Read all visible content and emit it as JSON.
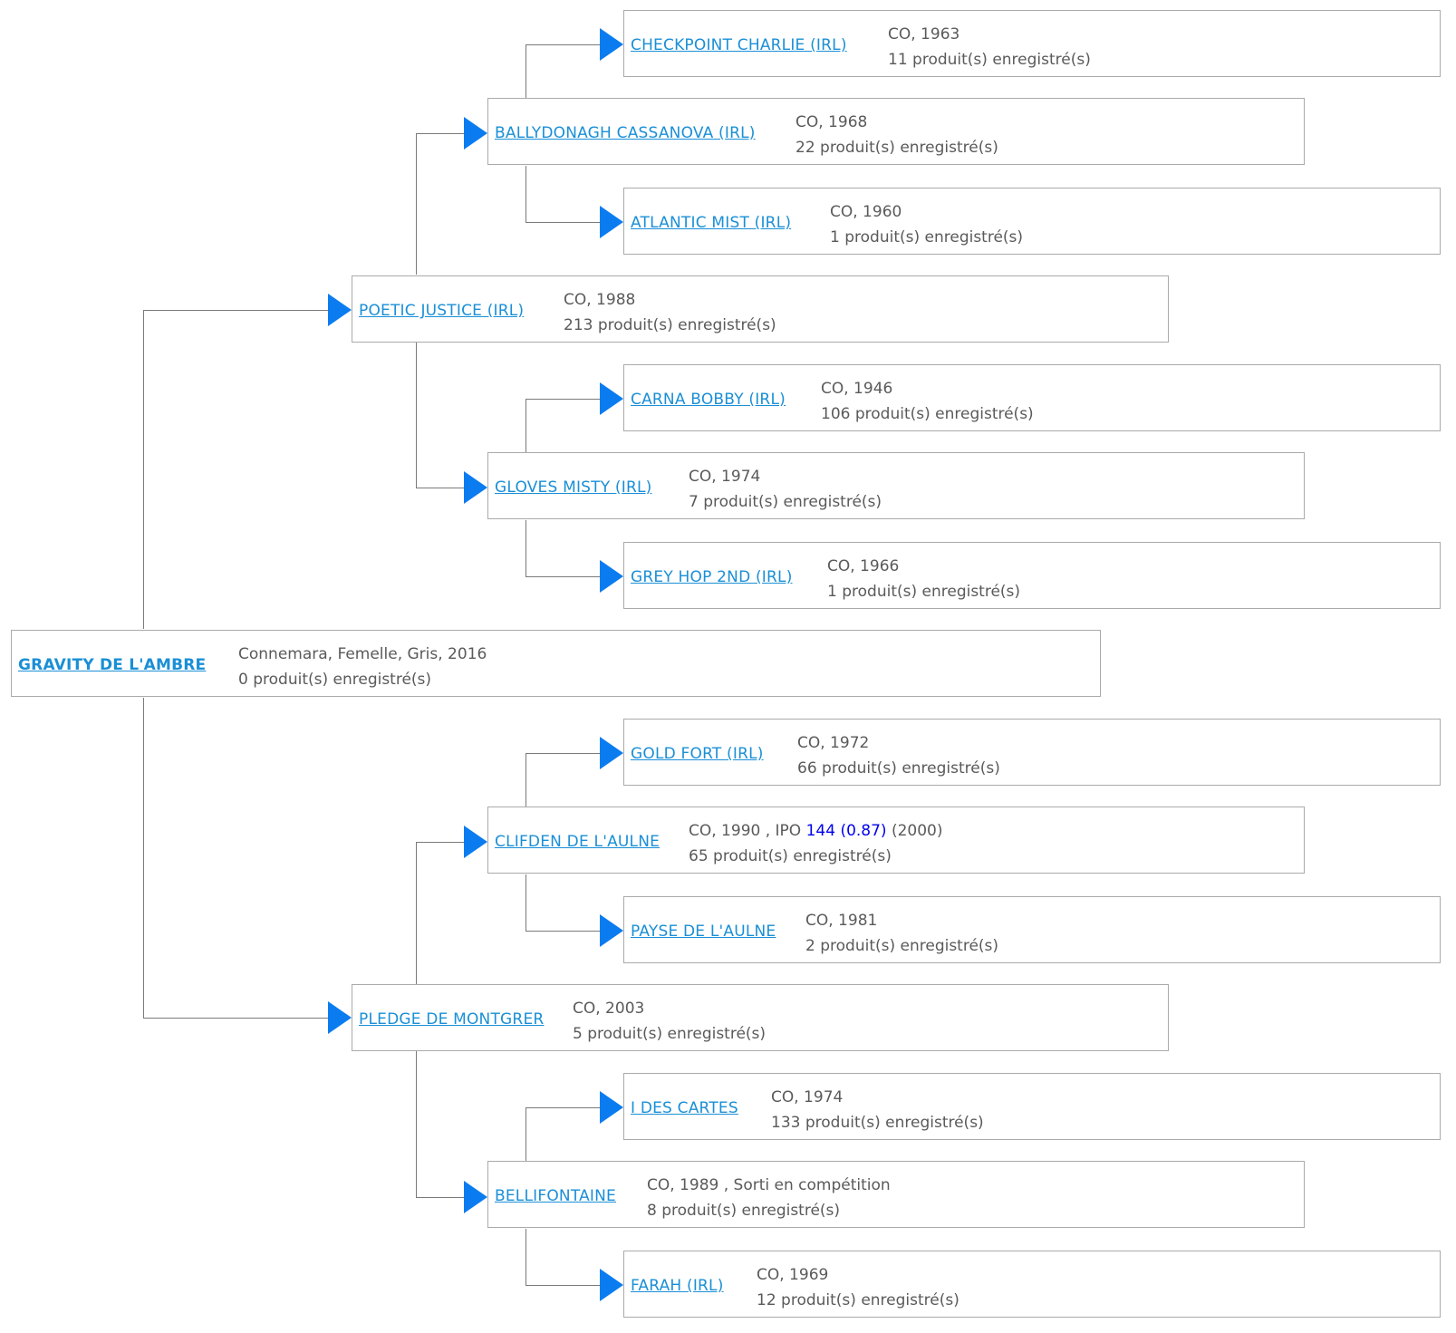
{
  "colors": {
    "link": "#1a8fd6",
    "arrow": "#0a7cf0",
    "text": "#5a5a5a",
    "ipo": "#0000ee",
    "border": "#aaaaaa"
  },
  "root": {
    "name": "GRAVITY DE L'AMBRE",
    "info1": "Connemara, Femelle, Gris, 2016",
    "info2": "0 produit(s) enregistré(s)"
  },
  "sire": {
    "name": "POETIC JUSTICE (IRL)",
    "info1": "CO, 1988",
    "info2": "213 produit(s) enregistré(s)",
    "sire": {
      "name": "BALLYDONAGH CASSANOVA (IRL)",
      "info1": "CO, 1968",
      "info2": "22 produit(s) enregistré(s)",
      "sire": {
        "name": "CHECKPOINT CHARLIE (IRL)",
        "info1": "CO, 1963",
        "info2": "11 produit(s) enregistré(s)"
      },
      "dam": {
        "name": "ATLANTIC MIST (IRL)",
        "info1": "CO, 1960",
        "info2": "1 produit(s) enregistré(s)"
      }
    },
    "dam": {
      "name": "GLOVES MISTY (IRL)",
      "info1": "CO, 1974",
      "info2": "7 produit(s) enregistré(s)",
      "sire": {
        "name": "CARNA BOBBY (IRL)",
        "info1": "CO, 1946",
        "info2": "106 produit(s) enregistré(s)"
      },
      "dam": {
        "name": "GREY HOP 2ND (IRL)",
        "info1": "CO, 1966",
        "info2": "1 produit(s) enregistré(s)"
      }
    }
  },
  "dam": {
    "name": "PLEDGE DE MONTGRER",
    "info1": "CO, 2003",
    "info2": "5 produit(s) enregistré(s)",
    "sire": {
      "name": "CLIFDEN DE L'AULNE",
      "info1_pre": "CO, 1990 , IPO ",
      "ipo": "144 (0.87)",
      "info1_post": " (2000)",
      "info2": "65 produit(s) enregistré(s)",
      "sire": {
        "name": "GOLD FORT (IRL)",
        "info1": "CO, 1972",
        "info2": "66 produit(s) enregistré(s)"
      },
      "dam": {
        "name": "PAYSE DE L'AULNE",
        "info1": "CO, 1981",
        "info2": "2 produit(s) enregistré(s)"
      }
    },
    "dam": {
      "name": "BELLIFONTAINE",
      "info1": "CO, 1989 , Sorti en compétition",
      "info2": "8 produit(s) enregistré(s)",
      "sire": {
        "name": "I DES CARTES",
        "info1": "CO, 1974",
        "info2": "133 produit(s) enregistré(s)"
      },
      "dam": {
        "name": "FARAH (IRL)",
        "info1": "CO, 1969",
        "info2": "12 produit(s) enregistré(s)"
      }
    }
  }
}
